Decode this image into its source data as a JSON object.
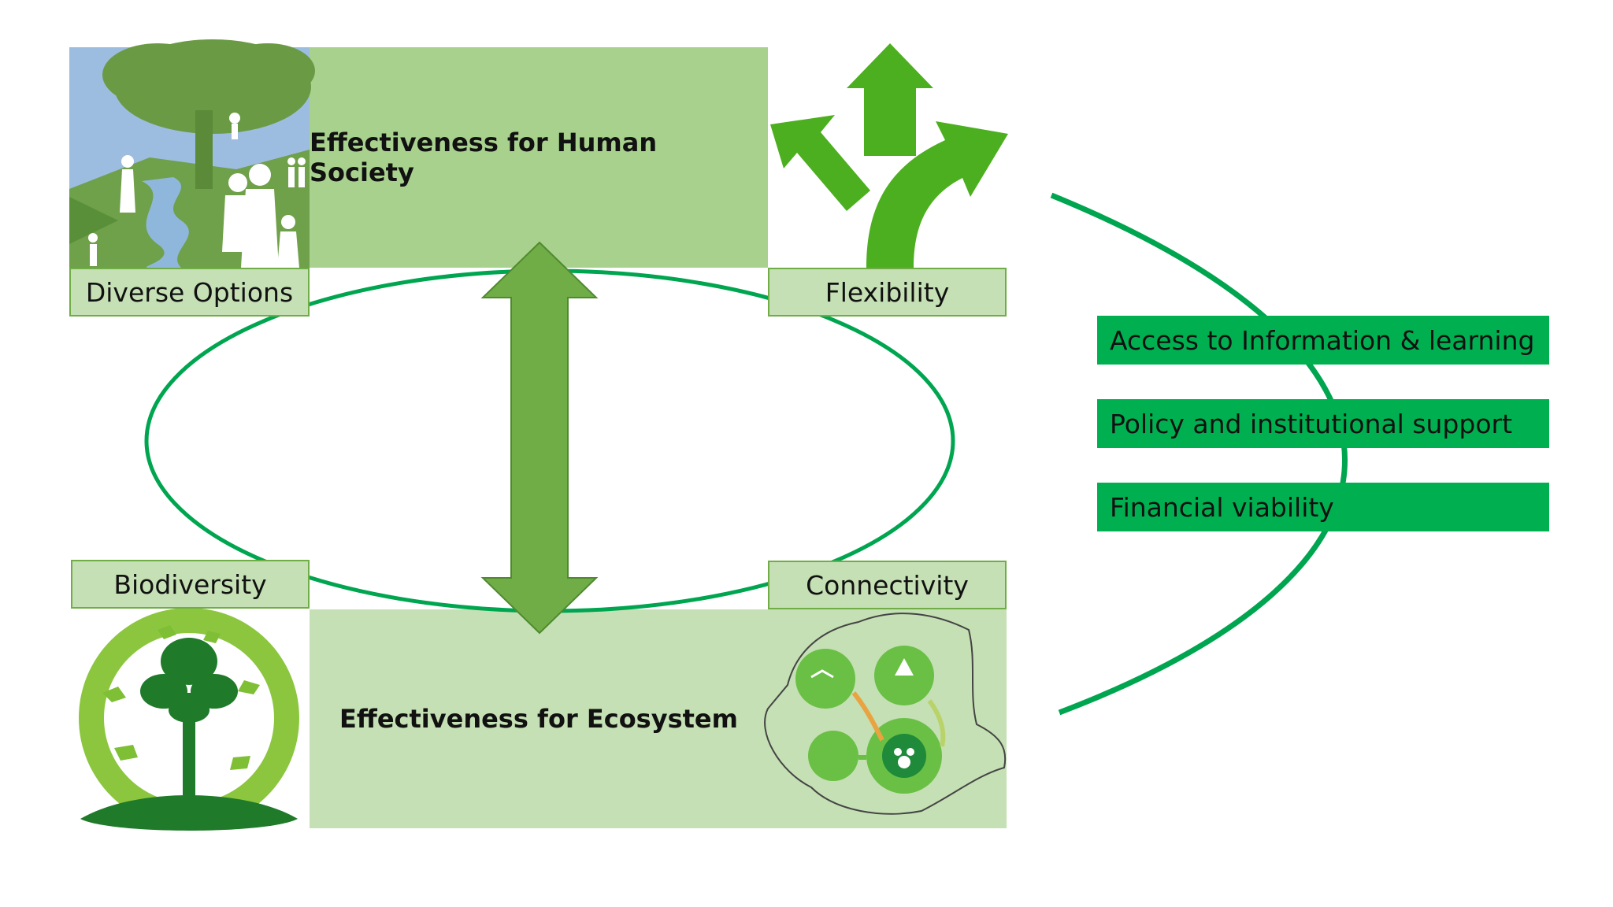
{
  "top_box": {
    "title": "Effectiveness for Human Society"
  },
  "bottom_box": {
    "title": "Effectiveness for Ecosystem"
  },
  "corner_labels": {
    "top_left": "Diverse Options",
    "top_right": "Flexibility",
    "bottom_left": "Biodiversity",
    "bottom_right": "Connectivity"
  },
  "factors": [
    {
      "label": "Access to Information & learning"
    },
    {
      "label": "Policy and institutional support"
    },
    {
      "label": "Financial viability"
    }
  ],
  "icons": {
    "top_left": "family-landscape-icon",
    "top_right": "branching-arrows-icon",
    "bottom_left": "biodiversity-tree-circle-icon",
    "bottom_right": "connectivity-map-icon",
    "center": "double-headed-arrow-icon"
  },
  "colors": {
    "light_green": "#a9d18e",
    "pale_green": "#c5e0b4",
    "medium_green": "#70ad47",
    "bright_green": "#00b050",
    "arrow_green": "#4caf1f"
  }
}
